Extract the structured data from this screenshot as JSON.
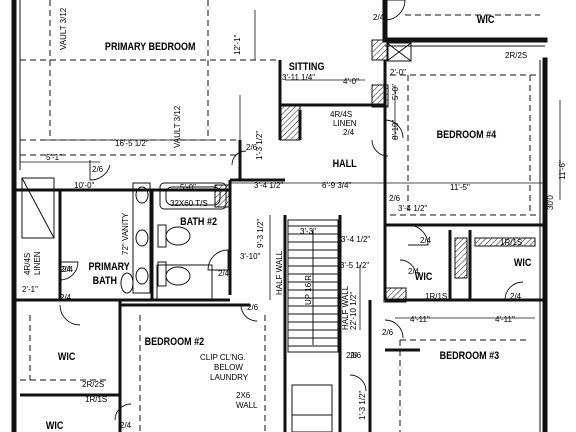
{
  "rooms": {
    "primary_bedroom": "PRIMARY BEDROOM",
    "sitting": "SITTING",
    "hall": "HALL",
    "bedroom4": "BEDROOM #4",
    "bath2": "BATH #2",
    "primary_bath_1": "PRIMARY",
    "primary_bath_2": "BATH",
    "wic_top": "WIC",
    "wic_mid": "WIC",
    "wic_right": "WIC",
    "wic_left": "WIC",
    "wic_bottom": "WIC",
    "bedroom2": "BEDROOM #2",
    "bedroom3": "BEDROOM #3"
  },
  "notes": {
    "vault_1": "VAULT 3/12",
    "vault_2": "VAULT 3/12",
    "linen_top": "LINEN",
    "shelf_top": "4R/4S",
    "linen_left": "LINEN",
    "shelf_left": "4R/4S",
    "vanity": "72\" VANITY",
    "tub": "32X60 T/S",
    "half_wall_1": "HALF WALL",
    "half_wall_2": "HALF WALL",
    "clip_1": "CLIP CL'NG.",
    "clip_2": "BELOW",
    "clip_3": "LAUNDRY",
    "wall_1": "2X6",
    "wall_2": "WALL",
    "up_stair": "UP 16 R",
    "shelf_right": "1R/1S",
    "shelf_mid": "1R/1S",
    "shelf_left_bottom": "2R/2S",
    "shelf_bottom": "1R/1S",
    "shelf_top_right": "2R/2S",
    "nook": "30'0"
  },
  "dimensions": {
    "d_sit_1": "3'-11 1/4\"",
    "d_sit_2": "4'-0\"",
    "d_16": "16'-5 1/2\"",
    "d_5_1": "5'-1\"",
    "d_10": "10'-0\"",
    "d_5_0": "5'-0\"",
    "d_3_4a": "3'-4 1/2\"",
    "d_3_4b": "3'-4 1/2\"",
    "d_6_9": "6'-9 3/4\"",
    "d_11_5": "11'-5\"",
    "d_2_0": "2'-0\"",
    "d_3_10": "3'-10\"",
    "d_3_3": "3'-3\"",
    "d_3_5": "3'-5 1/2\"",
    "d_3_4c": "3'-4 1/2\"",
    "d_4_11a": "4'-11\"",
    "d_4_11b": "4'-11\"",
    "d_2_1": "2'-1\"",
    "d_1_3": "1'-3 1/2\"",
    "d_11_6": "11'-6\"",
    "d_12_1": "12'-1\"",
    "d_9_3": "9'-3 1/2\"",
    "d_5_0b": "5'-0\"",
    "d_8_10": "8'-10\"",
    "d_22": "22'-10 1/2\"",
    "d_1_3b": "1'-3 1/2\""
  },
  "doors": {
    "t1": "2/4",
    "t2": "2/6",
    "t3": "2/4",
    "t4": "2/6",
    "t5": "2/6",
    "t6": "2/4",
    "t7": "2/6",
    "t8": "2/4",
    "t9": "2/4",
    "t10": "2/6",
    "t11": "2/4",
    "t12": "2/4",
    "t13": "2/6",
    "t14": "2/8",
    "t15": "2/4",
    "t16": "2/4",
    "t17": "2/4"
  }
}
